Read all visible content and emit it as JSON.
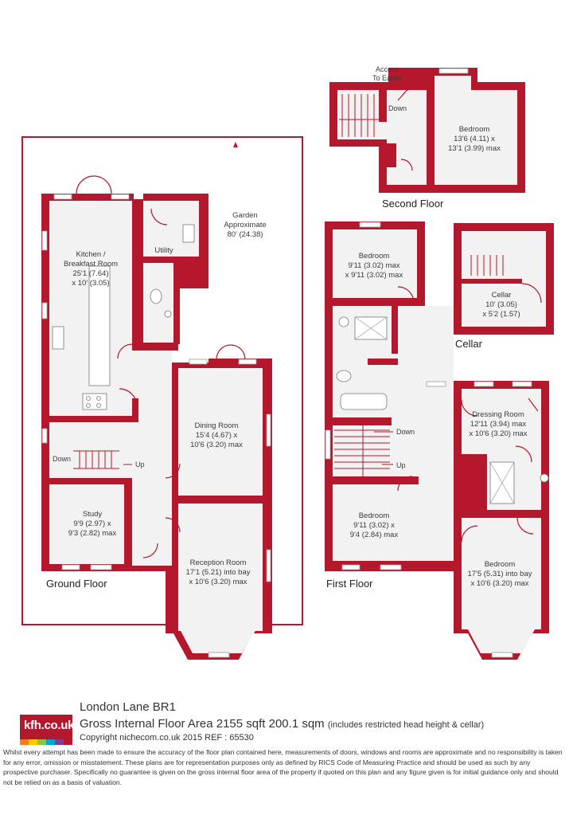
{
  "colors": {
    "wall": "#b5172c",
    "floor_fill": "#f2f2f2",
    "text": "#3a3a3a"
  },
  "floors": {
    "ground": "Ground Floor",
    "first": "First Floor",
    "second": "Second Floor",
    "cellar": "Cellar"
  },
  "rooms": {
    "kitchen": {
      "name": "Kitchen /",
      "name2": "Breakfast Room",
      "dim1": "25'1 (7.64)",
      "dim2": "x 10' (3.05)"
    },
    "utility": {
      "name": "Utility"
    },
    "garden": {
      "name": "Garden",
      "name2": "Approximate",
      "dim1": "80' (24.38)"
    },
    "dining": {
      "name": "Dining Room",
      "dim1": "15'4 (4.67) x",
      "dim2": "10'6 (3.20) max"
    },
    "study": {
      "name": "Study",
      "dim1": "9'9 (2.97) x",
      "dim2": "9'3 (2.82) max"
    },
    "reception": {
      "name": "Reception Room",
      "dim1": "17'1 (5.21) into bay",
      "dim2": "x 10'6 (3.20) max"
    },
    "bed1": {
      "name": "Bedroom",
      "dim1": "9'11 (3.02) max",
      "dim2": "x 9'11 (3.02) max"
    },
    "dressing": {
      "name": "Dressing Room",
      "dim1": "12'11 (3.94) max",
      "dim2": "x 10'6 (3.20) max"
    },
    "bed2": {
      "name": "Bedroom",
      "dim1": "9'11 (3.02) x",
      "dim2": "9'4 (2.84) max"
    },
    "bed3": {
      "name": "Bedroom",
      "dim1": "17'5 (5.31) into bay",
      "dim2": "x 10'6 (3.20) max"
    },
    "bed4": {
      "name": "Bedroom",
      "dim1": "13'6 (4.11) x",
      "dim2": "13'1 (3.99) max"
    },
    "cellar": {
      "name": "Cellar",
      "dim1": "10' (3.05)",
      "dim2": "x 5'2 (1.57)"
    }
  },
  "annotations": {
    "access1": "Access",
    "access2": "To Eaves",
    "down": "Down",
    "up": "Up"
  },
  "footer": {
    "logo": "kfh.co.uk",
    "logo_colors": [
      "#f47920",
      "#ffcb05",
      "#8cc63f",
      "#00a6d6",
      "#7b3f98",
      "#b5172c"
    ],
    "address": "London Lane  BR1",
    "gia_main": "Gross Internal Floor Area 2155 sqft 200.1 sqm",
    "gia_note": "(includes restricted head height & cellar)",
    "copyright": "Copyright nichecom.co.uk 2015 REF : 65530",
    "disclaimer": "Whilst every attempt has been made to ensure the accuracy of the floor plan contained here, measurements of doors, windows and rooms are approximate and no responsibility is taken for any error, omission or misstatement. These plans are for representation purposes only as defined by RICS Code of Measuring Practice and should be used as such by any prospective purchaser.  Specifically no guarantee is given on the gross internal floor area of the property if quoted on this plan and any figure given is for initial guidance only and should not be relied on as a basis of valuation."
  }
}
